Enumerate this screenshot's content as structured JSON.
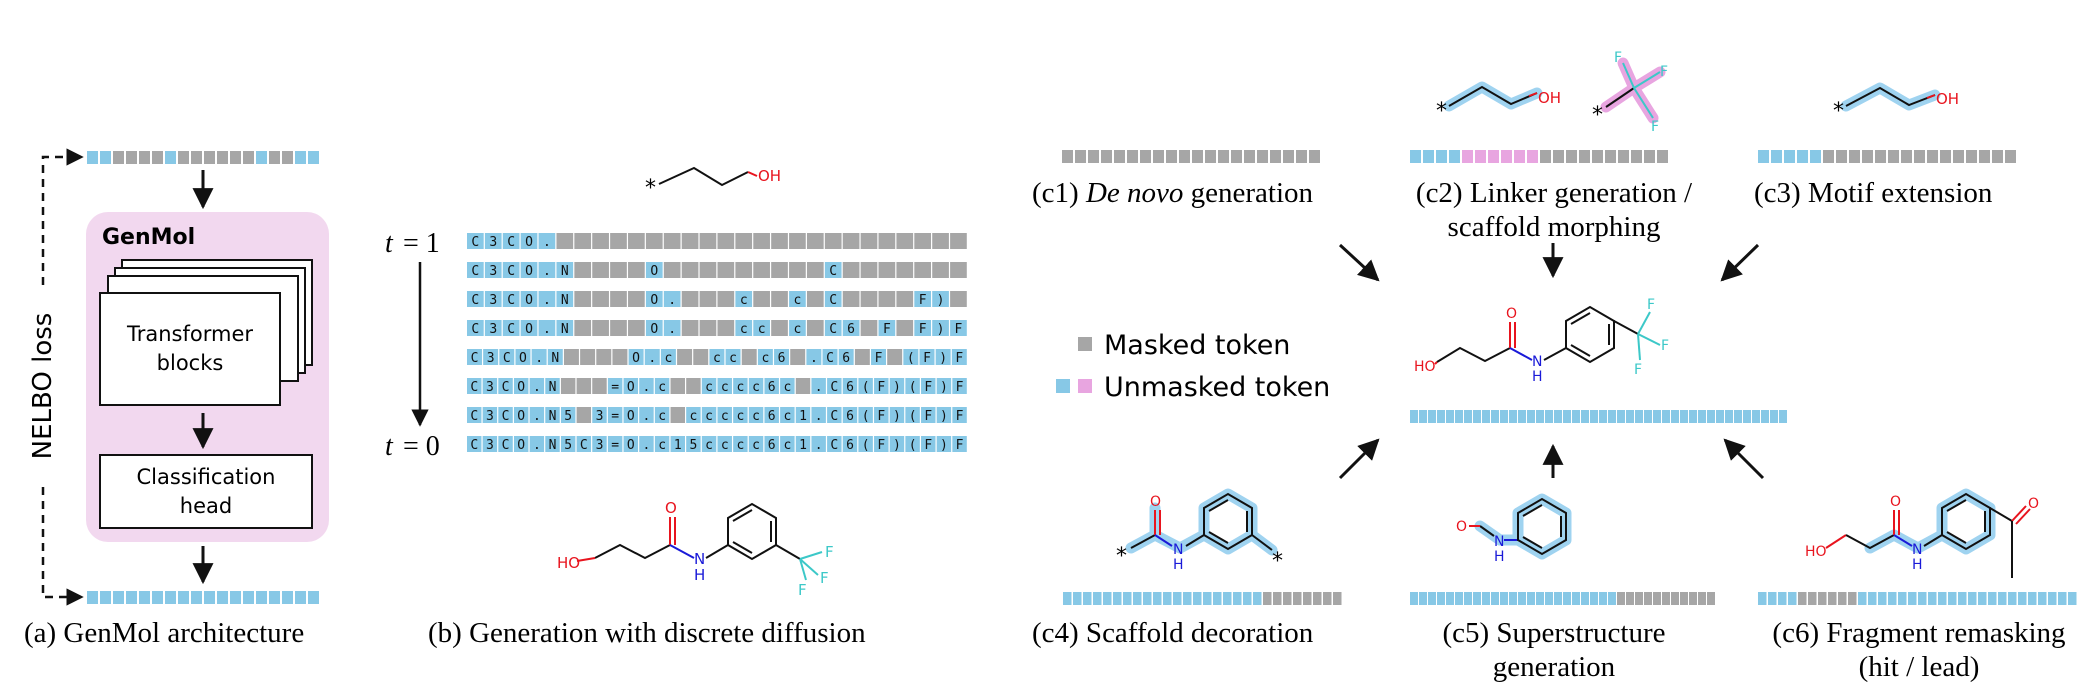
{
  "colors": {
    "masked": "#a6a6a6",
    "unmasked": "#87c8e6",
    "unmasked_pink": "#e8a5e0",
    "panel_bg": "#f2d8ef",
    "oxygen": "#e8141e",
    "nitrogen": "#1a1ad8",
    "fluorine": "#3cc8c8",
    "highlight": "#9fd3f0"
  },
  "panel_a": {
    "model_name": "GenMol",
    "transformer_line1": "Transformer",
    "transformer_line2": "blocks",
    "head_line1": "Classification",
    "head_line2": "head",
    "loss_label": "NELBO loss",
    "caption": "(a) GenMol architecture",
    "top_tokens": "UUMMMMUMMMMMMUMMUU",
    "bottom_tokens": "UUUUUUUUUUUUUUUUUU"
  },
  "panel_b": {
    "t1_prefix": "t",
    "t1_suffix": "= 1",
    "t0_prefix": "t",
    "t0_suffix": "= 0",
    "caption": "(b) Generation with discrete diffusion",
    "rows": [
      [
        "C",
        "3",
        "C",
        "O",
        ".",
        "",
        "",
        "",
        "",
        "",
        "",
        "",
        "",
        "",
        "",
        "",
        "",
        "",
        "",
        "",
        "",
        "",
        "",
        "",
        "",
        "",
        "",
        ""
      ],
      [
        "C",
        "3",
        "C",
        "O",
        ".",
        "N",
        "",
        "",
        "",
        "",
        "O",
        "",
        "",
        "",
        "",
        "",
        "",
        "",
        "",
        "",
        "C",
        "",
        "",
        "",
        "",
        "",
        "",
        ""
      ],
      [
        "C",
        "3",
        "C",
        "O",
        ".",
        "N",
        "",
        "",
        "",
        "",
        "O",
        ".",
        "",
        "",
        "",
        "c",
        "",
        "",
        "c",
        "",
        "C",
        "",
        "",
        "",
        "",
        "F",
        ")",
        ""
      ],
      [
        "C",
        "3",
        "C",
        "O",
        ".",
        "N",
        "",
        "",
        "",
        "",
        "O",
        ".",
        "",
        "",
        "",
        "c",
        "c",
        "",
        "c",
        "",
        "C",
        "6",
        "",
        "F",
        "",
        "F",
        ")",
        "F"
      ],
      [
        "C",
        "3",
        "C",
        "O",
        ".",
        "N",
        "",
        "",
        "",
        "",
        "O",
        ".",
        "c",
        "",
        "",
        "c",
        "c",
        "",
        "c",
        "6",
        "",
        ".",
        "C",
        "6",
        "",
        "F",
        "",
        "(",
        "F",
        ")",
        "F"
      ],
      [
        "C",
        "3",
        "C",
        "O",
        ".",
        "N",
        "",
        "",
        "",
        "=",
        "O",
        ".",
        "c",
        "",
        "",
        "c",
        "c",
        "c",
        "c",
        "6",
        "c",
        "",
        ".",
        "C",
        "6",
        "(",
        "F",
        ")",
        "(",
        "F",
        ")",
        "F"
      ],
      [
        "C",
        "3",
        "C",
        "O",
        ".",
        "N",
        "5",
        "",
        "3",
        "=",
        "O",
        ".",
        "c",
        "",
        "c",
        "c",
        "c",
        "c",
        "c",
        "6",
        "c",
        "1",
        ".",
        "C",
        "6",
        "(",
        "F",
        ")",
        "(",
        "F",
        ")",
        "F"
      ],
      [
        "C",
        "3",
        "C",
        "O",
        ".",
        "N",
        "5",
        "C",
        "3",
        "=",
        "O",
        ".",
        "c",
        "1",
        "5",
        "c",
        "c",
        "c",
        "c",
        "6",
        "c",
        "1",
        ".",
        "C",
        "6",
        "(",
        "F",
        ")",
        "(",
        "F",
        ")",
        "F"
      ]
    ]
  },
  "legend": {
    "masked_label": "Masked token",
    "unmasked_label": "Unmasked token"
  },
  "panel_c": {
    "c1_caption_prefix": "(c1) ",
    "c1_caption_italic": "De novo",
    "c1_caption_suffix": " generation",
    "c2_caption_line1": "(c2) Linker generation /",
    "c2_caption_line2": "scaffold morphing",
    "c3_caption": "(c3) Motif extension",
    "c4_caption": "(c4) Scaffold decoration",
    "c5_caption_line1": "(c5) Superstructure",
    "c5_caption_line2": "generation",
    "c6_caption_line1": "(c6) Fragment remasking",
    "c6_caption_line2": "(hit / lead)",
    "c1_tokens": "MMMMMMMMMMMMMMMMMMMM",
    "c2_tokens": "UUUUPPPPPPMMMMMMMMMM",
    "c3_tokens": "UUUUUMMMMMMMMMMMMMMM",
    "c4_tokens": "UUUUUUUUUUUUUUUUUUUUMMMMMMMM",
    "c5_tokens": "UUUUUUUUUUUUUUUUUUUUUUUMMMMMMMMMMM",
    "c6_tokens": "UUUUMMMMMMUUUUUUUUUUUUUUUUUUUUUU",
    "center_tokens": "UUUUUUUUUUUUUUUUUUUUUUUUUUUUUUUUUUUUUUUUUU"
  },
  "atoms": {
    "oh": "OH",
    "ho": "HO",
    "o": "O",
    "n": "N",
    "h": "H",
    "f": "F",
    "star": "*"
  }
}
